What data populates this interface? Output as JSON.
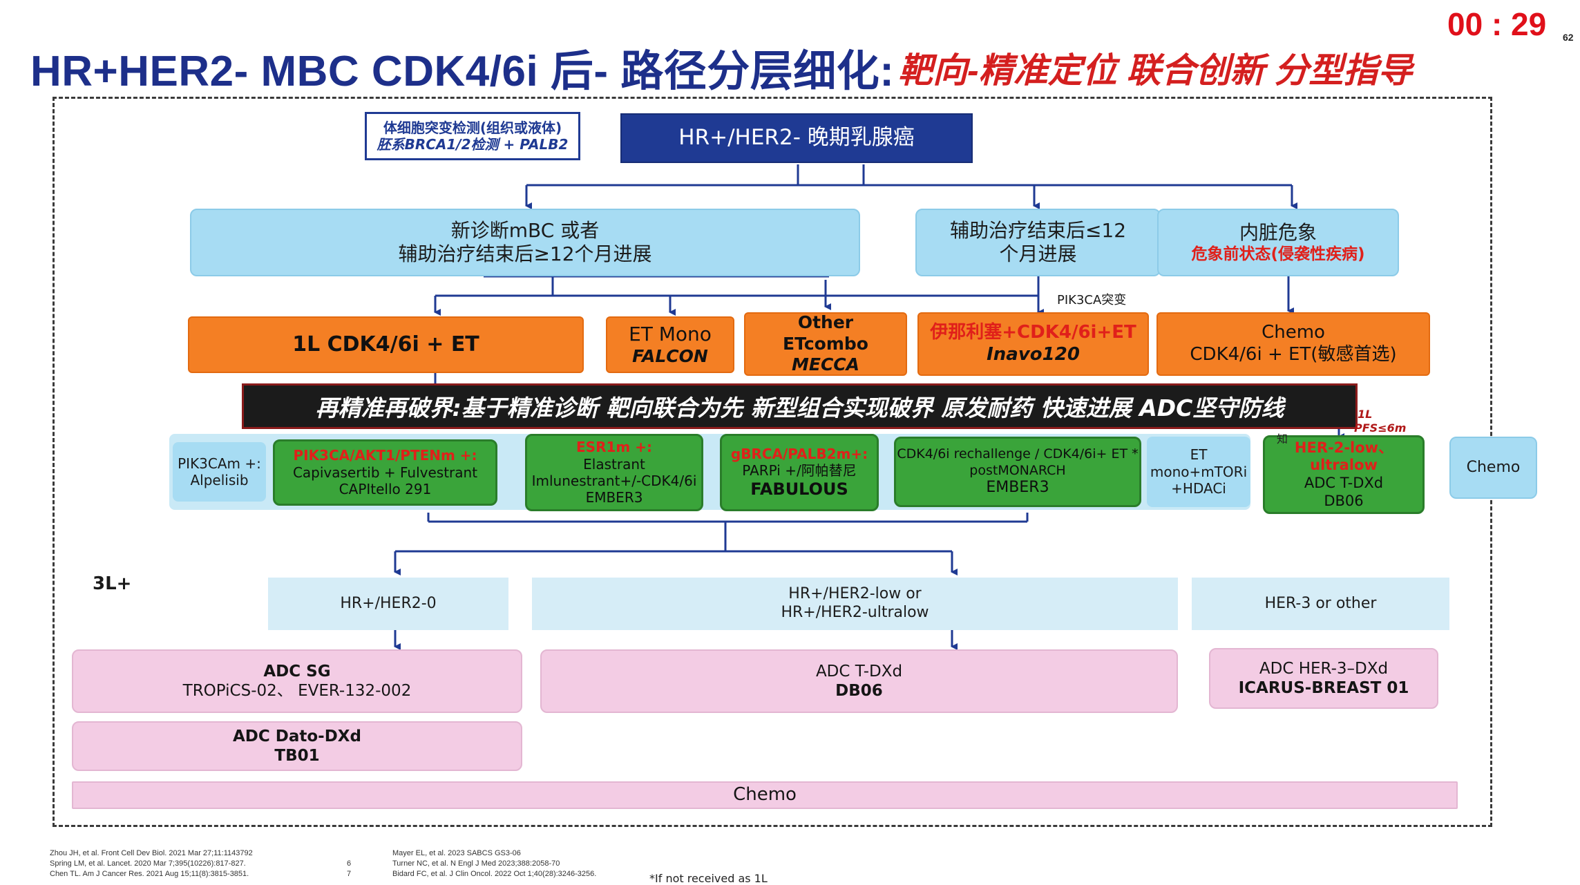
{
  "header": {
    "title_main": "HR+HER2- MBC CDK4/6i 后- 路径分层细化:",
    "title_red": "靶向-精准定位 联合创新 分型指导",
    "timer": "00 : 29",
    "page_number": "62"
  },
  "top": {
    "test_box_line1": "体细胞突变检测(组织或液体)",
    "test_box_line2": "胚系BRCA1/2检测 + PALB2",
    "root_title": "HR+/HER2- 晚期乳腺癌"
  },
  "level1": {
    "new_dx_line1": "新诊断mBC 或者",
    "new_dx_line2": "辅助治疗结束后≥12个月进展",
    "adjuvant_line1": "辅助治疗结束后≤12",
    "adjuvant_line2": "个月进展",
    "visceral_line1": "内脏危象",
    "visceral_line2": "危象前状态(侵袭性疾病)",
    "pik3ca_label": "PIK3CA突变"
  },
  "level2": {
    "cdk_et": "1L CDK4/6i + ET",
    "et_mono_line1": "ET Mono",
    "et_mono_line2": "FALCON",
    "other_line1": "Other",
    "other_line2": "ETcombo",
    "other_line3": "MECCA",
    "inavo_line1": "伊那利塞+CDK4/6i+ET",
    "inavo_line2": "Inavo120",
    "chemo_line1": "Chemo",
    "chemo_line2": "CDK4/6i + ET(敏感首选)"
  },
  "banner": {
    "text": "再精准再破界:基于精准诊断 靶向联合为先 新型组合实现破界 原发耐药 快速进展 ADC坚守防线"
  },
  "level3": {
    "alpelisib_line1": "PIK3CAm +:",
    "alpelisib_line2": "Alpelisib",
    "capi_line1": "PIK3CA/AKT1/PTENm +:",
    "capi_line2": "Capivasertib + Fulvestrant",
    "capi_line3": "CAPItello 291",
    "esr1_line1": "ESR1m +:",
    "esr1_line2": "Elastrant",
    "esr1_line3": "Imlunestrant+/-CDK4/6i",
    "esr1_line4": "EMBER3",
    "gbrca_line1": "gBRCA/PALB2m+:",
    "gbrca_line2": "PARPi +/阿帕替尼",
    "gbrca_line3": "FABULOUS",
    "rechallenge_line1": "CDK4/6i rechallenge / CDK4/6i+ ET *",
    "rechallenge_line2": "postMONARCH",
    "rechallenge_line3": "EMBER3",
    "et_mtor_line1": "ET",
    "et_mtor_line2": "mono+mTORi",
    "et_mtor_line3": "+HDACi",
    "her2low_line1": "HER-2-low、ultralow",
    "her2low_line2": "ADC T-DXd",
    "her2low_line3": "DB06",
    "chemo_right": "Chemo",
    "note_1l": "1L",
    "note_pfs": "PFS≤6m",
    "note_zhi": "知"
  },
  "level4": {
    "label_3l": "3L+",
    "her2_0": "HR+/HER2-0",
    "her2_low_line1": "HR+/HER2-low or",
    "her2_low_line2": "HR+/HER2-ultralow",
    "her3_other": "HER-3 or other"
  },
  "level5": {
    "adc_sg_line1": "ADC SG",
    "adc_sg_line2": "TROPiCS-02、 EVER-132-002",
    "tdxd_line1": "ADC T-DXd",
    "tdxd_line2": "DB06",
    "her3_line1": "ADC HER-3–DXd",
    "her3_line2": "ICARUS-BREAST 01",
    "dato_line1": "ADC  Dato-DXd",
    "dato_line2": "TB01",
    "chemo_bottom": "Chemo"
  },
  "footer": {
    "refs_left": [
      "Zhou JH, et al. Front Cell Dev Biol. 2021 Mar 27;11:1143792",
      "Spring LM, et al. Lancet. 2020 Mar 7;395(10226):817-827.",
      "Chen TL. Am J Cancer Res. 2021 Aug 15;11(8):3815-3851."
    ],
    "refs_mid": [
      "Mayer EL, et al. 2023 SABCS GS3-06",
      "Turner NC, et al. N Engl J Med 2023;388:2058-70",
      "Bidard FC, et al. J Clin Oncol. 2022 Oct 1;40(28):3246-3256."
    ],
    "ref_numbers": [
      "6",
      "7"
    ],
    "footnote": "*If not received as 1L"
  },
  "colors": {
    "title_blue": "#1d2f8a",
    "accent_red": "#d41f1f",
    "navy": "#1f3a93",
    "light_blue": "#a7dcf3",
    "orange": "#f47f24",
    "green": "#3aa43a",
    "pink": "#f3cce4",
    "arrow": "#1f3a93"
  }
}
